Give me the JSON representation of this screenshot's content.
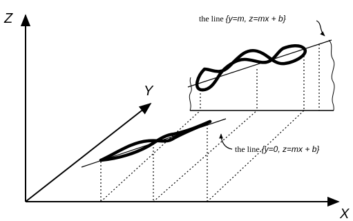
{
  "axes": {
    "x_label": "X",
    "y_label": "Y",
    "z_label": "Z"
  },
  "annotations": {
    "upper": {
      "prefix": "the line ",
      "math": "{y=m, z=mx + b}"
    },
    "lower": {
      "prefix": "the line ",
      "math": "{y=0, z=mx + b}"
    }
  }
}
